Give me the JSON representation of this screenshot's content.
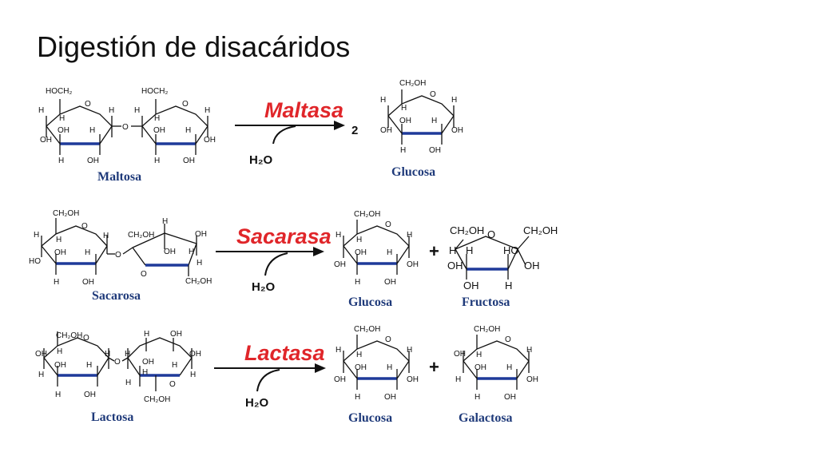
{
  "slide": {
    "title": "Digestión de disacáridos"
  },
  "labels": {
    "O": "O",
    "H": "H",
    "OH": "OH",
    "HO": "HO",
    "HOCH2": "HOCH₂",
    "CH2OH": "CH₂OH",
    "H2O": "H₂O",
    "plus": "+",
    "two": "2"
  },
  "reactions": [
    {
      "substrate": "Maltosa",
      "enzyme": "Maltasa",
      "coefficient": "2",
      "products": [
        "Glucosa"
      ]
    },
    {
      "substrate": "Sacarosa",
      "enzyme": "Sacarasa",
      "products": [
        "Glucosa",
        "Fructosa"
      ]
    },
    {
      "substrate": "Lactosa",
      "enzyme": "Lactasa",
      "products": [
        "Glucosa",
        "Galactosa"
      ]
    }
  ],
  "colors": {
    "enzyme": "#e0262a",
    "name": "#1f3a7a",
    "bond_front": "#1f3a9a"
  }
}
